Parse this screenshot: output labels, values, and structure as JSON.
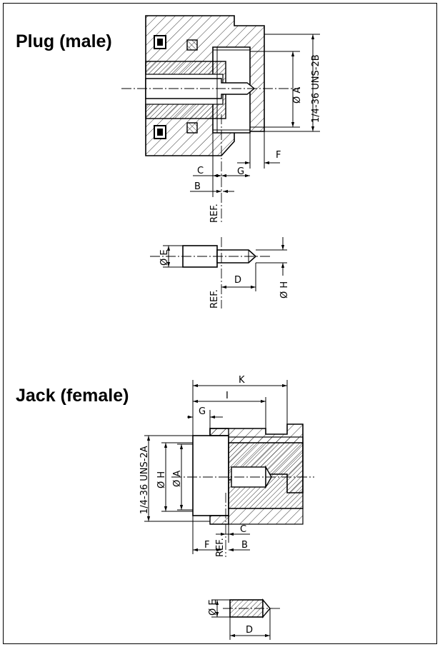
{
  "plug": {
    "title": "Plug (male)",
    "labels": {
      "dia_a": "Ø A",
      "thread": "1/4-36 UNS-2B",
      "f": "F",
      "g": "G",
      "c": "C",
      "b": "B",
      "ref": "REF."
    },
    "pin": {
      "dia_e": "Ø E",
      "d": "D",
      "dia_h": "Ø H",
      "ref": "REF."
    }
  },
  "jack": {
    "title": "Jack (female)",
    "labels": {
      "k": "K",
      "i": "I",
      "g": "G",
      "thread": "1/4-36 UNS-2A",
      "dia_h": "Ø H",
      "dia_a": "Ø A",
      "c": "C",
      "f": "F",
      "b": "B",
      "ref": "REF."
    },
    "socket": {
      "dia_e": "Ø E",
      "d": "D"
    }
  }
}
